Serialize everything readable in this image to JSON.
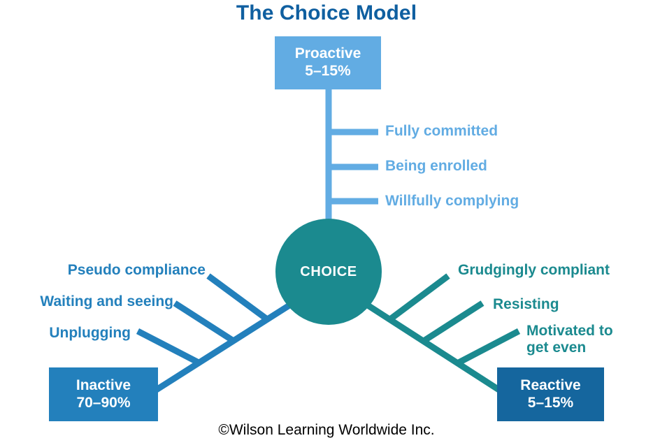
{
  "title": "The Choice Model",
  "colors": {
    "title": "#0F5FA0",
    "proactive": "#62ACE3",
    "inactive": "#2380BC",
    "reactive": "#15669E",
    "choice_circle": "#1B8A8F",
    "background": "#ffffff",
    "copyright_text": "#000000"
  },
  "center": {
    "label": "CHOICE"
  },
  "nodes": {
    "proactive": {
      "name": "Proactive",
      "percent": "5–15%"
    },
    "inactive": {
      "name": "Inactive",
      "percent": "70–90%"
    },
    "reactive": {
      "name": "Reactive",
      "percent": "5–15%"
    }
  },
  "branches": {
    "proactive_items": [
      "Fully committed",
      "Being enrolled",
      "Willfully complying"
    ],
    "inactive_items": [
      "Pseudo compliance",
      "Waiting and seeing",
      "Unplugging"
    ],
    "reactive_items": [
      "Grudgingly compliant",
      "Resisting",
      "Motivated to\nget even"
    ]
  },
  "copyright": "©Wilson Learning Worldwide Inc."
}
